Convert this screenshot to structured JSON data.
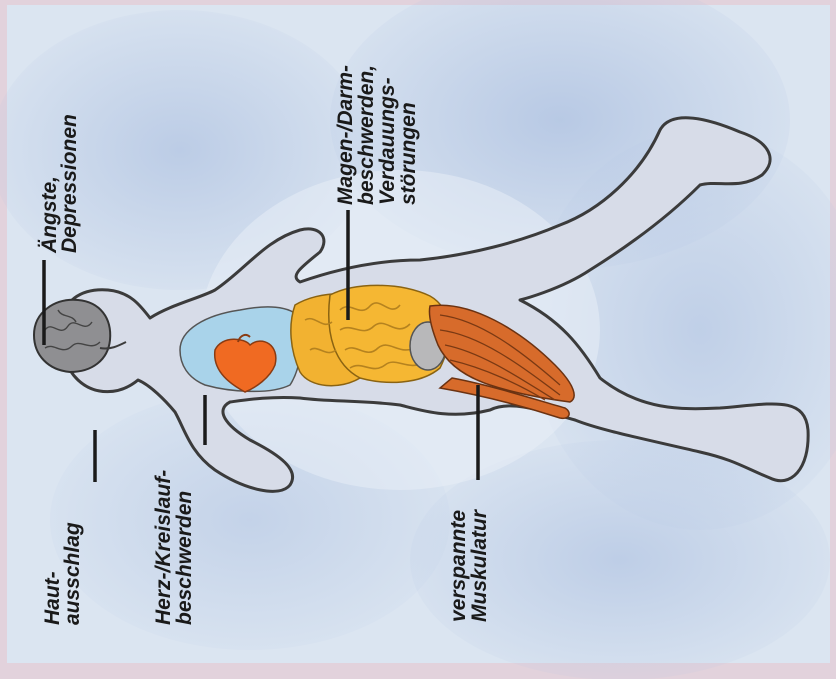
{
  "labels": {
    "angst_line1": "Ängste,",
    "angst_line2": "Depressionen",
    "magen_line1": "Magen-/Darm-",
    "magen_line2": "beschwerden,",
    "magen_line3": "Verdauungs-",
    "magen_line4": "störungen",
    "haut_line1": "Haut-",
    "haut_line2": "ausschlag",
    "herz_line1": "Herz-/Kreislauf-",
    "herz_line2": "beschwerden",
    "muskel_line1": "verspannte",
    "muskel_line2": "Muskulatur"
  },
  "colors": {
    "frame": "#e2d2dc",
    "sky_light": "#dde7f2",
    "sky_blue": "#b7c9e4",
    "body": "#d9dde8",
    "outline": "#3b3b3b",
    "lungs": "#a9d3ea",
    "heart": "#f06a22",
    "intestines": "#f2b231",
    "muscle": "#d76b2b",
    "brain": "#8f8f92"
  }
}
